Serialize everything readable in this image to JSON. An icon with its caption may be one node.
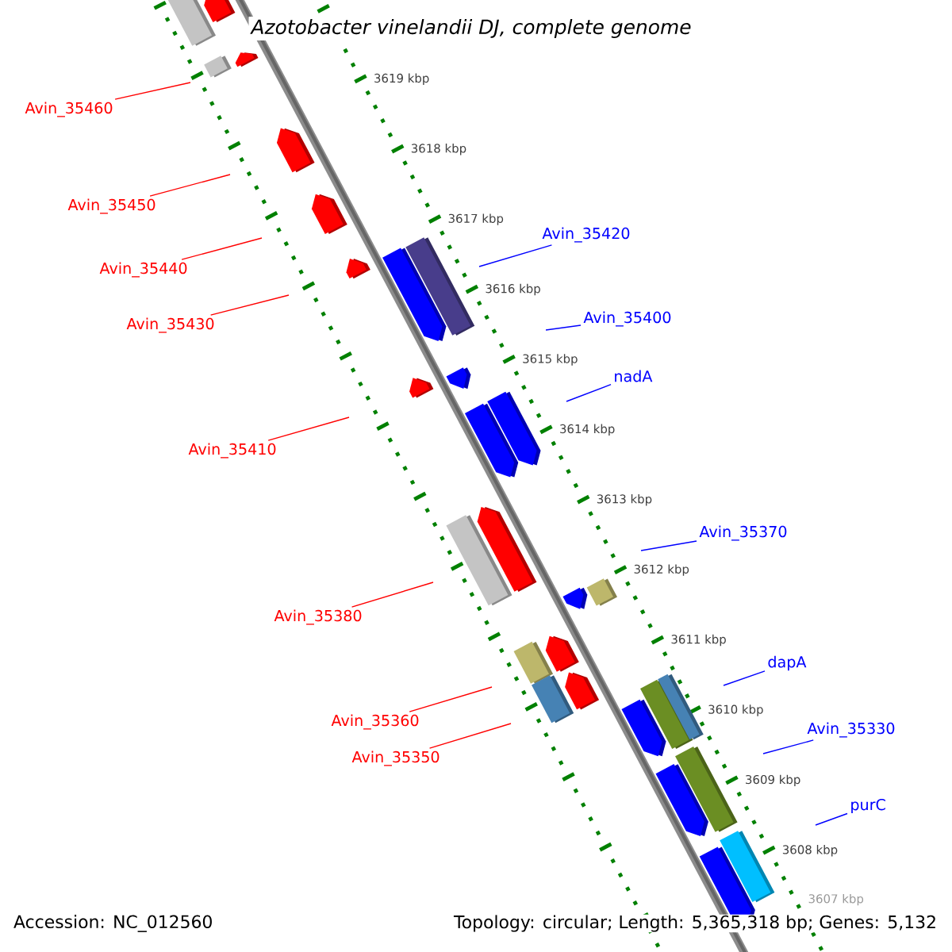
{
  "diagram": {
    "title": "Azotobacter vinelandii DJ, complete genome",
    "nodes": [
      {
        "text": [
          "Avin_35460"
        ]
      },
      {
        "text": [
          "Avin_35450"
        ]
      },
      {
        "text": [
          "Avin_35420"
        ]
      },
      {
        "text": [
          "Avin_35440"
        ]
      },
      {
        "text": [
          "Avin_35400"
        ]
      },
      {
        "text": [
          "Avin_35430"
        ]
      },
      {
        "text": [
          "nadA"
        ]
      },
      {
        "text": [
          "Avin_35410"
        ]
      },
      {
        "text": [
          "Avin_35370"
        ]
      },
      {
        "text": [
          "Avin_35380"
        ]
      },
      {
        "text": [
          "dapA"
        ]
      },
      {
        "text": [
          "Avin_35360"
        ]
      },
      {
        "text": [
          "Avin_35330"
        ]
      },
      {
        "text": [
          "Avin_35350"
        ]
      },
      {
        "text": [
          "purC"
        ]
      }
    ],
    "edges": [
      {
        "from": 0,
        "to": null,
        "arrow": "none"
      },
      {
        "from": 1,
        "to": null,
        "arrow": "none"
      },
      {
        "from": 2,
        "to": null,
        "arrow": "none",
        "color": "#0000ff"
      },
      {
        "from": 3,
        "to": null,
        "arrow": "none"
      },
      {
        "from": 4,
        "to": null,
        "arrow": "none",
        "color": "#0000ff"
      },
      {
        "from": 5,
        "to": null,
        "arrow": "none"
      },
      {
        "from": 6,
        "to": null,
        "arrow": "none",
        "color": "#0000ff"
      },
      {
        "from": 7,
        "to": null,
        "arrow": "none"
      },
      {
        "from": 8,
        "to": null,
        "arrow": "none",
        "color": "#0000ff"
      },
      {
        "from": 9,
        "to": null,
        "arrow": "none"
      },
      {
        "from": 10,
        "to": null,
        "arrow": "none",
        "color": "#0000ff"
      },
      {
        "from": 11,
        "to": null,
        "arrow": "none"
      },
      {
        "from": 12,
        "to": null,
        "arrow": "none",
        "color": "#0000ff"
      },
      {
        "from": 13,
        "to": null,
        "arrow": "none"
      },
      {
        "from": 14,
        "to": null,
        "arrow": "none",
        "color": "#0000ff"
      }
    ],
    "labels": [
      "3619 kbp",
      "3618 kbp",
      "3617 kbp",
      "3616 kbp",
      "3615 kbp",
      "3614 kbp",
      "3613 kbp",
      "3612 kbp",
      "3611 kbp",
      "3610 kbp",
      "3609 kbp",
      "3608 kbp",
      "3607 kbp",
      "Accession: NC_012560",
      "Topology: circular; Length: 5,365,318 bp; Genes: 5,132"
    ]
  }
}
